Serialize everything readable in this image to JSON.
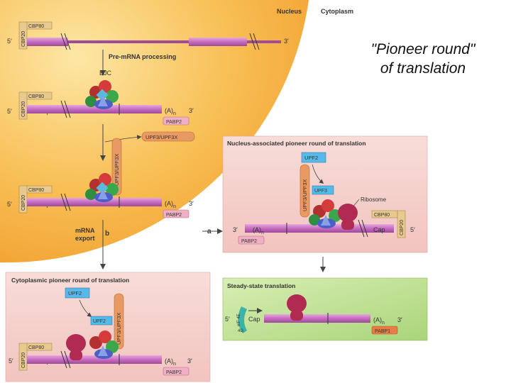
{
  "slide": {
    "title_line1": "\"Pioneer round\"",
    "title_line2": "of translation"
  },
  "regions": {
    "nucleus": "Nucleus",
    "cytoplasm": "Cytoplasm"
  },
  "labels": {
    "five_prime": "5′",
    "three_prime": "3′",
    "cap": "Cap",
    "cbp20": "CBP20",
    "cbp80": "CBP80",
    "poly_a": "(A)",
    "poly_a_sub": "n",
    "pabp2": "PABP2",
    "pabp1": "PABP1",
    "ejc": "EJC",
    "upf3": "UPF3/UPF3X",
    "upf2": "UPF2",
    "upf3_short": "UPF3",
    "ribosome": "Ribosome",
    "eif4e": "eIF 4E",
    "eif4g": "4G"
  },
  "steps": {
    "premrna": "Pre-mRNA processing",
    "export_line1": "mRNA",
    "export_line2": "export",
    "marker_a": "a",
    "marker_b": "b"
  },
  "panels": {
    "nuclear_pioneer": "Nucleus-associated pioneer round of translation",
    "cytoplasmic_pioneer": "Cytoplasmic pioneer round of translation",
    "steady_state": "Steady-state translation"
  },
  "colors": {
    "nucleus_fill": "#f6ab3c",
    "nucleus_highlight": "#fde7a6",
    "panel_pink": "#f6d2cf",
    "panel_green": "#c8e39a",
    "mrna": "#c972c2",
    "cbp80": "#e8c98e",
    "upf": "#e99a63",
    "upf2": "#58b9e8",
    "ribosome": "#b02a52"
  }
}
